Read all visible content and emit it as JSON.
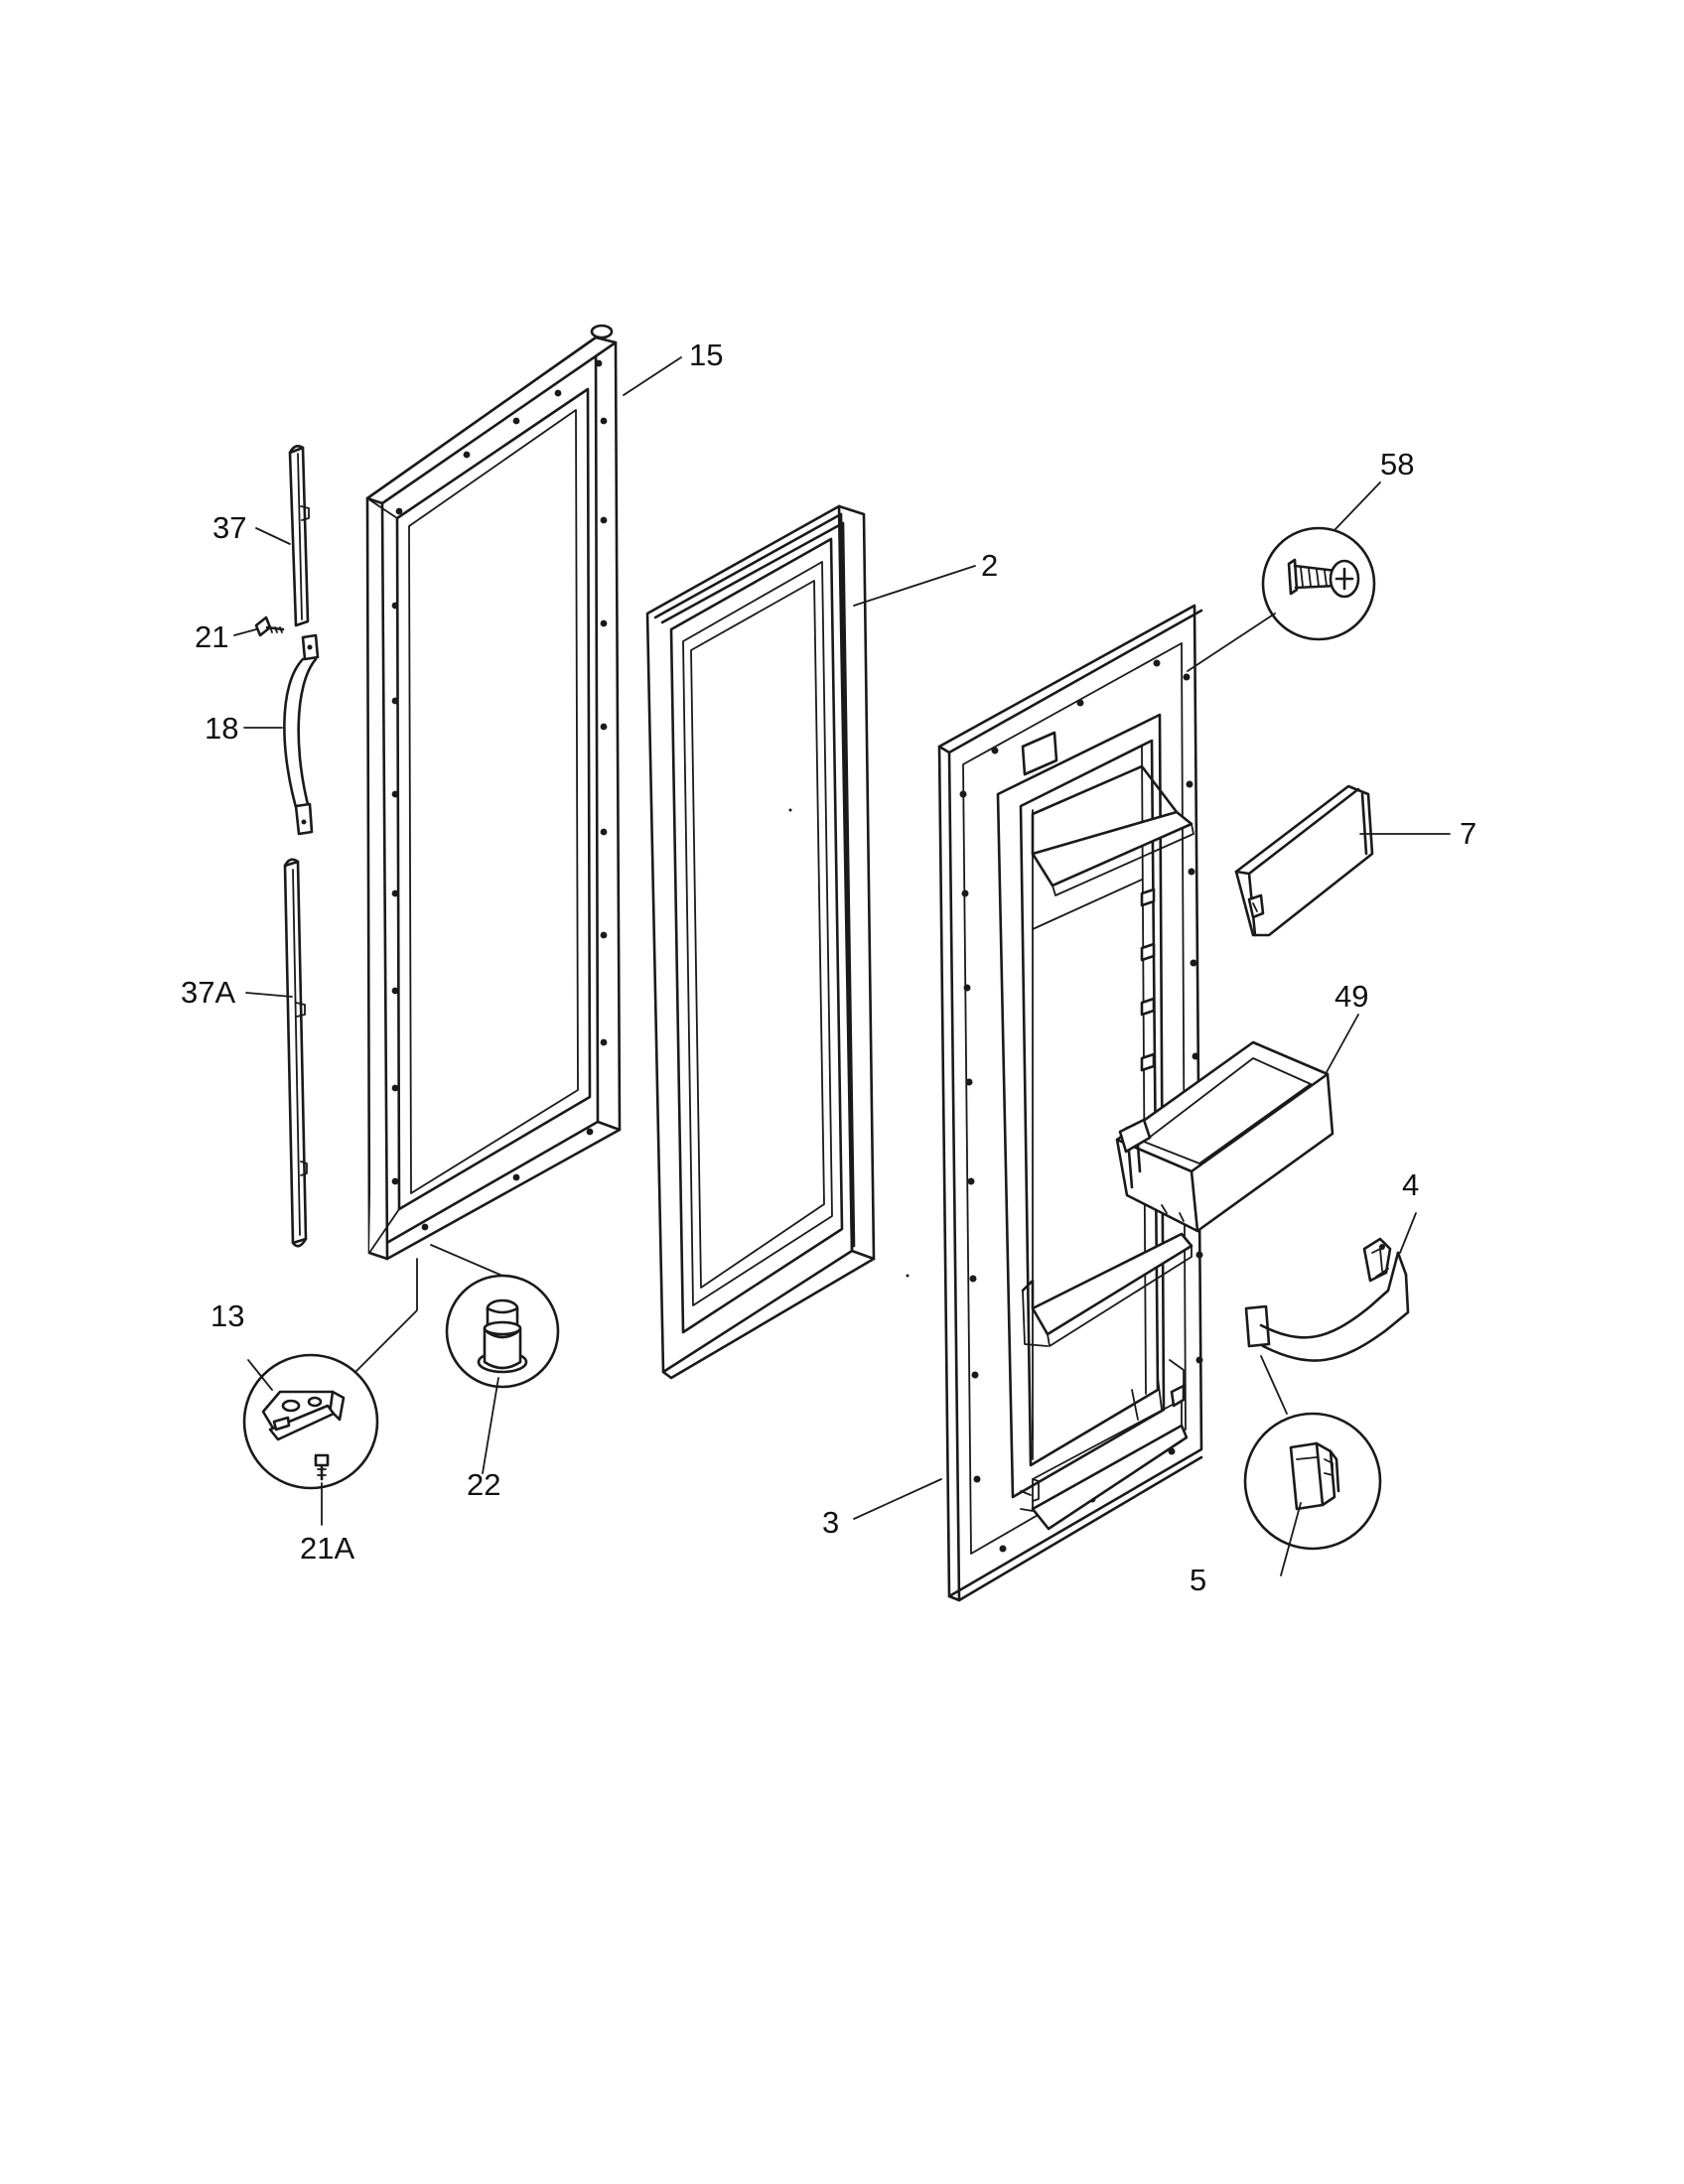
{
  "labels": {
    "part_15": "15",
    "part_58": "58",
    "part_37": "37",
    "part_21": "21",
    "part_2": "2",
    "part_18": "18",
    "part_7": "7",
    "part_37A": "37A",
    "part_49": "49",
    "part_4": "4",
    "part_13": "13",
    "part_22": "22",
    "part_21A": "21A",
    "part_3": "3",
    "part_5": "5"
  }
}
